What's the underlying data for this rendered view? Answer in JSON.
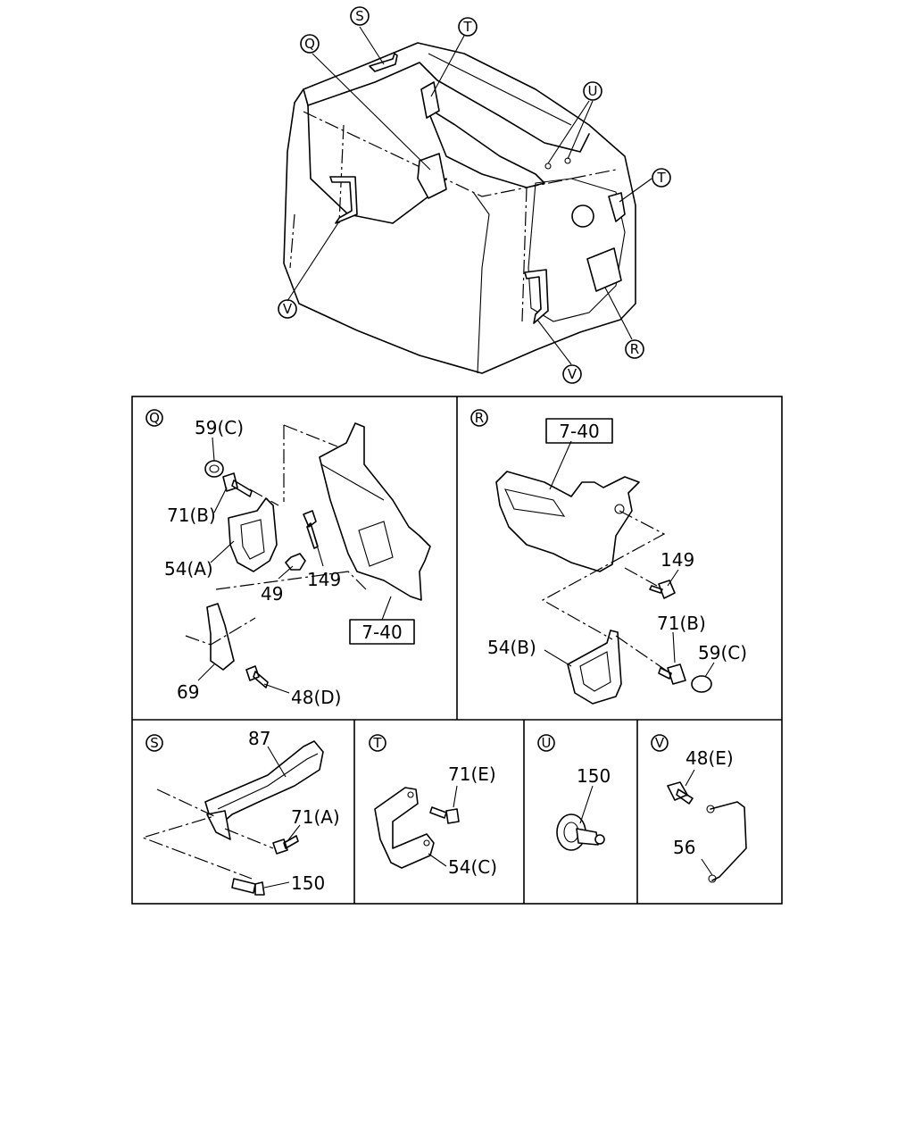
{
  "overview": {
    "callouts": {
      "s": "S",
      "q": "Q",
      "t_top": "T",
      "u": "U",
      "t_right": "T",
      "v_left": "V",
      "v_bottom": "V",
      "r": "R"
    }
  },
  "panel_q": {
    "letter": "Q",
    "labels": {
      "p59c": "59(C)",
      "p71b": "71(B)",
      "p54a": "54(A)",
      "p49": "49",
      "p149": "149",
      "p740": "7-40",
      "p69": "69",
      "p48d": "48(D)"
    }
  },
  "panel_r": {
    "letter": "R",
    "labels": {
      "p740": "7-40",
      "p149": "149",
      "p71b": "71(B)",
      "p54b": "54(B)",
      "p59c": "59(C)"
    }
  },
  "panel_s": {
    "letter": "S",
    "labels": {
      "p87": "87",
      "p71a": "71(A)",
      "p150": "150"
    }
  },
  "panel_t": {
    "letter": "T",
    "labels": {
      "p71e": "71(E)",
      "p54c": "54(C)"
    }
  },
  "panel_u": {
    "letter": "U",
    "labels": {
      "p150": "150"
    }
  },
  "panel_v": {
    "letter": "V",
    "labels": {
      "p48e": "48(E)",
      "p56": "56"
    }
  }
}
